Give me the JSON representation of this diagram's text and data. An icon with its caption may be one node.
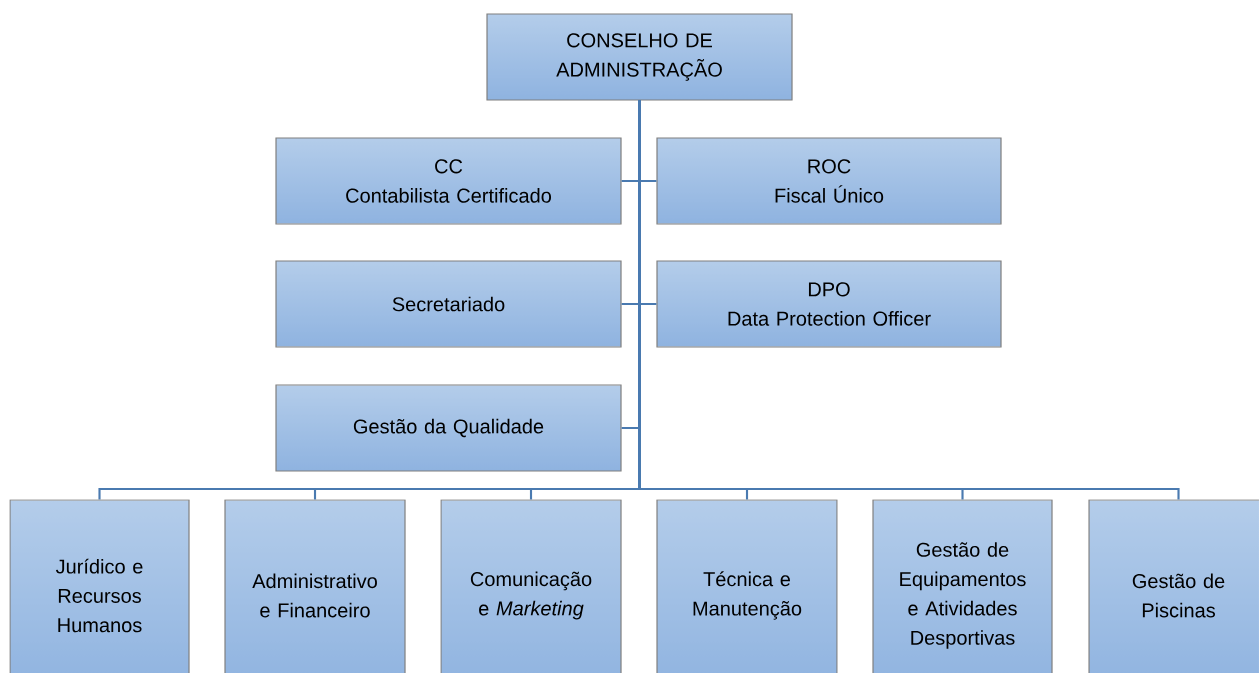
{
  "diagram": {
    "nodes": [
      {
        "text": [
          "CONSELHO DE ADMINISTRAÇÃO"
        ]
      },
      {
        "text": [
          "CC",
          "Contabilista Certificado"
        ]
      },
      {
        "text": [
          "ROC",
          "Fiscal Único"
        ]
      },
      {
        "text": [
          "Secretariado"
        ]
      },
      {
        "text": [
          "DPO",
          "Data Protection Officer"
        ]
      },
      {
        "text": [
          "Gestão da Qualidade"
        ]
      },
      {
        "text": [
          "Jurídico e Recursos Humanos"
        ]
      },
      {
        "text": [
          "Administrativo e Financeiro"
        ]
      },
      {
        "text": [
          "Comunicação e *Marketing*"
        ]
      },
      {
        "text": [
          "Técnica e Manutenção"
        ]
      },
      {
        "text": [
          "Gestão de Equipamentos e Atividades Desportivas"
        ]
      },
      {
        "text": [
          "Gestão de Piscinas"
        ]
      }
    ],
    "edges": [
      {
        "from": 0,
        "to": 1,
        "arrow": "none"
      },
      {
        "from": 0,
        "to": 2,
        "arrow": "none"
      },
      {
        "from": 0,
        "to": 3,
        "arrow": "none"
      },
      {
        "from": 0,
        "to": 4,
        "arrow": "none"
      },
      {
        "from": 0,
        "to": 5,
        "arrow": "none"
      },
      {
        "from": 0,
        "to": 6,
        "arrow": "none"
      },
      {
        "from": 0,
        "to": 7,
        "arrow": "none"
      },
      {
        "from": 0,
        "to": 8,
        "arrow": "none"
      },
      {
        "from": 0,
        "to": 9,
        "arrow": "none"
      },
      {
        "from": 0,
        "to": 10,
        "arrow": "none"
      },
      {
        "from": 0,
        "to": 11,
        "arrow": "none"
      }
    ]
  }
}
